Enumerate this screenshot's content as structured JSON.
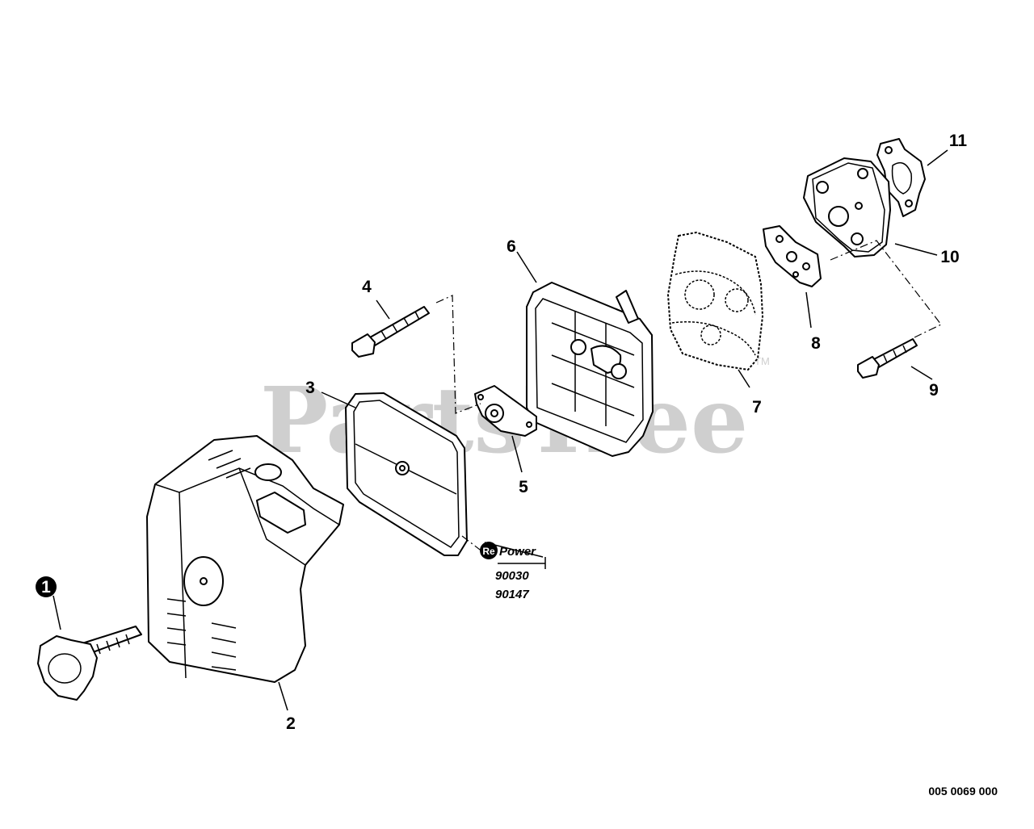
{
  "watermark": {
    "text": "PartsTree",
    "trademark": "TM"
  },
  "callouts": [
    {
      "id": "c1",
      "label": "1"
    },
    {
      "id": "c2",
      "label": "2"
    },
    {
      "id": "c3",
      "label": "3"
    },
    {
      "id": "c4",
      "label": "4"
    },
    {
      "id": "c5",
      "label": "5"
    },
    {
      "id": "c6",
      "label": "6"
    },
    {
      "id": "c7",
      "label": "7"
    },
    {
      "id": "c8",
      "label": "8"
    },
    {
      "id": "c9",
      "label": "9"
    },
    {
      "id": "c10",
      "label": "10"
    },
    {
      "id": "c11",
      "label": "11"
    }
  ],
  "repower_kit": {
    "logo_prefix": "Re",
    "logo_suffix": "Power",
    "part_numbers": [
      "90030",
      "90147"
    ]
  },
  "diagram_reference": "005 0069 000"
}
